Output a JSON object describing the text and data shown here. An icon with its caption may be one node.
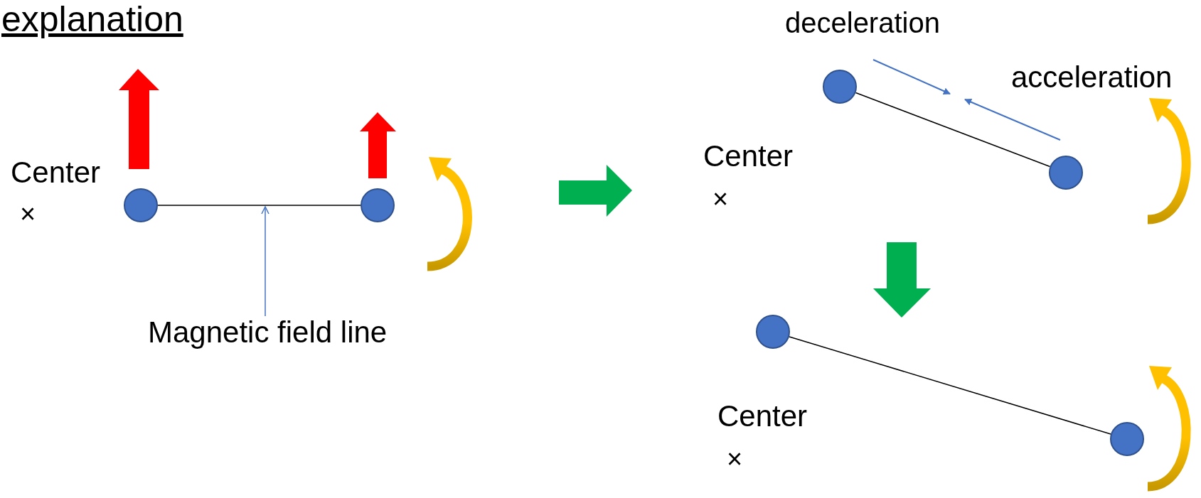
{
  "diagram": {
    "title": "explanation",
    "nodes": [
      {
        "text": [],
        "shape": "circle"
      },
      {
        "text": [],
        "shape": "circle"
      },
      {
        "text": [],
        "shape": "circle"
      },
      {
        "text": [],
        "shape": "circle"
      },
      {
        "text": [],
        "shape": "circle"
      },
      {
        "text": [],
        "shape": "circle"
      },
      {
        "text": [
          "Magnetic field line"
        ]
      }
    ],
    "edges": [
      {
        "from": 0,
        "to": 1,
        "arrow": "none"
      },
      {
        "from": 2,
        "to": 3,
        "arrow": "none"
      },
      {
        "from": 4,
        "to": 5,
        "arrow": "none"
      },
      {
        "from": 6,
        "to": null,
        "arrow": "to",
        "color": "#4472c4"
      }
    ],
    "labels": [
      "Center",
      "×",
      "deceleration",
      "acceleration",
      "Center",
      "×",
      "Center",
      "×"
    ]
  }
}
